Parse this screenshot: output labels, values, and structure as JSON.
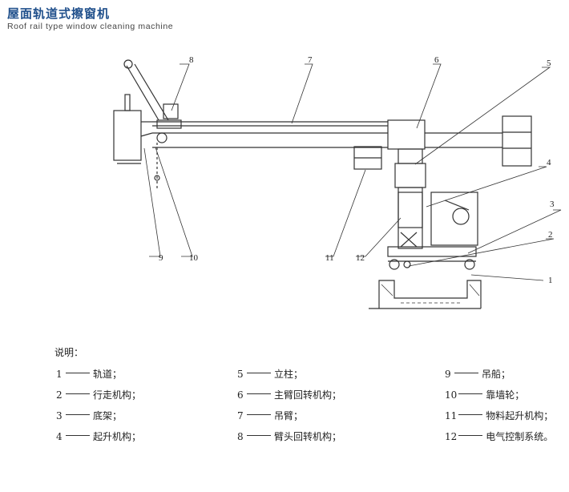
{
  "header": {
    "title": "屋面轨道式擦窗机",
    "subtitle": "Roof rail type window cleaning machine"
  },
  "callouts": [
    "1",
    "2",
    "3",
    "4",
    "5",
    "6",
    "7",
    "8",
    "9",
    "10",
    "11",
    "12"
  ],
  "legend": {
    "heading": "说明：",
    "items": [
      {
        "num": "1",
        "label": "轨道；"
      },
      {
        "num": "2",
        "label": "行走机构；"
      },
      {
        "num": "3",
        "label": "底架；"
      },
      {
        "num": "4",
        "label": "起升机构；"
      },
      {
        "num": "5",
        "label": "立柱；"
      },
      {
        "num": "6",
        "label": "主臂回转机构；"
      },
      {
        "num": "7",
        "label": "吊臂；"
      },
      {
        "num": "8",
        "label": "臂头回转机构；"
      },
      {
        "num": "9",
        "label": "吊船；"
      },
      {
        "num": "10",
        "label": "靠墙轮；"
      },
      {
        "num": "11",
        "label": "物料起升机构；"
      },
      {
        "num": "12",
        "label": "电气控制系统。"
      }
    ]
  },
  "colors": {
    "title": "#1f4f8b",
    "line": "#333333"
  }
}
